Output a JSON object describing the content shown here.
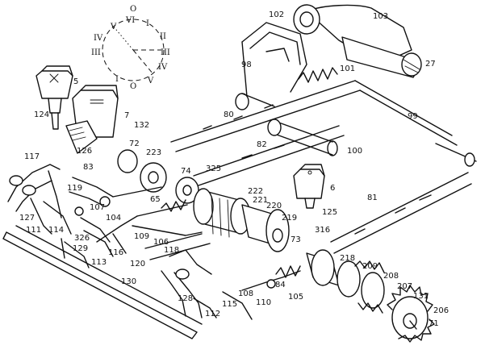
{
  "figure": {
    "dial_numerals": {
      "top": "O",
      "vi": "VI",
      "i_upper": "I",
      "ii": "II",
      "iii_right": "III",
      "iv_right": "IV",
      "v_right": "V",
      "o_bottom": "O",
      "i_lower": "I",
      "iv_left": "IV",
      "v_left": "V",
      "iii_left": "III"
    },
    "callouts": [
      "102",
      "103",
      "27",
      "98",
      "101",
      "5",
      "124",
      "80",
      "99",
      "7",
      "132",
      "72",
      "126",
      "223",
      "82",
      "100",
      "83",
      "74",
      "325",
      "117",
      "119",
      "65",
      "222",
      "221",
      "220",
      "6",
      "107",
      "104",
      "219",
      "125",
      "81",
      "127",
      "111",
      "114",
      "326",
      "109",
      "106",
      "316",
      "73",
      "129",
      "116",
      "118",
      "113",
      "120",
      "218",
      "209",
      "208",
      "84",
      "130",
      "128",
      "108",
      "110",
      "105",
      "207",
      "131",
      "115",
      "112",
      "206",
      "71"
    ]
  }
}
